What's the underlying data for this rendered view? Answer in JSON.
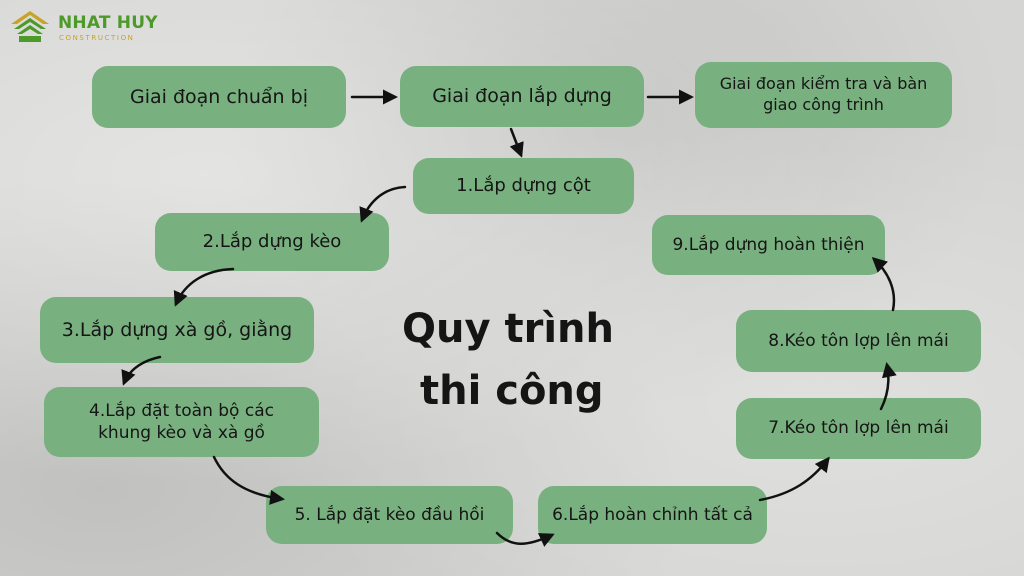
{
  "logo": {
    "name": "NHAT HUY",
    "tagline": "CONSTRUCTION"
  },
  "title": {
    "line1": "Quy trình",
    "line2": "thi công"
  },
  "phases": [
    "Giai đoạn chuẩn bị",
    "Giai đoạn lắp dựng",
    "Giai đoạn kiểm tra và bàn giao công trình"
  ],
  "steps": [
    "1.Lắp dựng cột",
    "2.Lắp dựng kèo",
    "3.Lắp dựng xà gồ, giằng",
    "4.Lắp đặt toàn bộ các khung kèo và xà gồ",
    "5. Lắp đặt kèo đầu hồi",
    "6.Lắp hoàn chỉnh tất cả",
    "7.Kéo tôn lợp lên mái",
    "8.Kéo tôn lợp lên mái",
    "9.Lắp dựng hoàn thiện"
  ],
  "colors": {
    "box": "#79b07f",
    "logo_green": "#4c9a2a",
    "logo_gold": "#c9a227"
  }
}
